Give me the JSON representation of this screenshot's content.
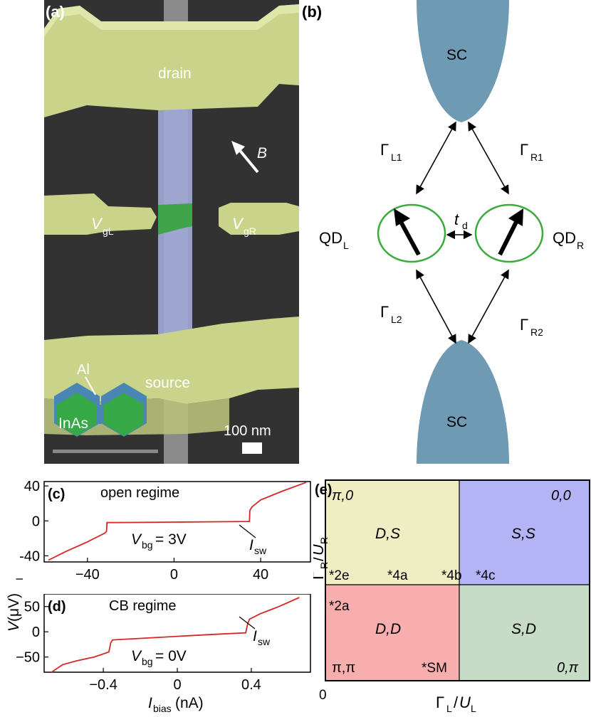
{
  "panel_a": {
    "label": "(a)",
    "drain": "drain",
    "source": "source",
    "vgl_main": "V",
    "vgl_sub": "gL",
    "vgr_main": "V",
    "vgr_sub": "gR",
    "b_field": "B",
    "al_label": "Al",
    "inas_label": "InAs",
    "scale_label": "100 nm",
    "colors": {
      "metal": "#c9d48a",
      "nanowire": "#9fa8d6",
      "gate_island": "#3fa34a",
      "al_shell": "#4a86b4",
      "inas": "#36a845"
    }
  },
  "panel_b": {
    "label": "(b)",
    "sc_top": "SC",
    "sc_bottom": "SC",
    "gamma": "Γ",
    "gl1": "L1",
    "gr1": "R1",
    "gl2": "L2",
    "gr2": "R2",
    "td_main": "t",
    "td_sub": "d",
    "qdl_main": "QD",
    "qdl_sub": "L",
    "qdr_main": "QD",
    "qdr_sub": "R",
    "colors": {
      "sc": "#6e9ab4",
      "dot_ring": "#3aaa3a"
    }
  },
  "panel_c": {
    "label": "(c)",
    "title": "open regime",
    "vbg_main": "V",
    "vbg_sub": "bg",
    "vbg_val": " = 3V",
    "isw_main": "I",
    "isw_sub": "sw",
    "yticks": [
      "40",
      "0",
      "-40"
    ],
    "xticks": [
      "−40",
      "0",
      "40"
    ]
  },
  "panel_d": {
    "label": "(d)",
    "title": "CB regime",
    "vbg_main": "V",
    "vbg_sub": "bg",
    "vbg_val": "= 0V",
    "isw_main": "I",
    "isw_sub": "sw",
    "yticks": [
      "50",
      "0",
      "−50"
    ],
    "xticks": [
      "−0.4",
      "0",
      "0.4"
    ],
    "xlabel_main": "I",
    "xlabel_sub": "bias",
    "xlabel_unit": "(nA)"
  },
  "shared_ylabel": {
    "main": "V",
    "unit": " (μV)",
    "sub": "I"
  },
  "panel_e": {
    "label": "(e)",
    "origin": "0",
    "xlabel": {
      "g": "Γ",
      "gsub": "L",
      "slash": "/",
      "u": "U",
      "usub": "L"
    },
    "ylabel": {
      "g": "Γ",
      "gsub": "R",
      "slash": "/",
      "u": "U",
      "usub": "R"
    },
    "regions": {
      "ds": {
        "name": "D,S",
        "corner": "π,0"
      },
      "ss": {
        "name": "S,S",
        "corner": "0,0"
      },
      "dd": {
        "name": "D,D",
        "corner": "π,π"
      },
      "sd": {
        "name": "S,D",
        "corner": "0,π"
      }
    },
    "markers": [
      "*2e",
      "*4a",
      "*4b",
      "*4c",
      "*2a",
      "*SM"
    ],
    "colors": {
      "ds": "#efedc2",
      "ss": "#b3b3f5",
      "dd": "#f9aeae",
      "sd": "#c7dcc6"
    }
  },
  "chart_data": [
    {
      "type": "line",
      "panel": "c",
      "title": "open regime",
      "xlabel": "I_bias (nA)",
      "ylabel": "V (μV)",
      "xlim": [
        -60,
        63
      ],
      "ylim": [
        -47,
        45
      ],
      "series": [
        {
          "x": [
            -58,
            -50,
            -40,
            -32,
            -31.2,
            -31,
            -20,
            0,
            20,
            34.8,
            35,
            36,
            40,
            50,
            61
          ],
          "y": [
            -45,
            -35,
            -24,
            -14,
            -12,
            -2,
            -1.8,
            -1.4,
            -1.0,
            -0.7,
            12,
            16,
            24,
            34,
            44
          ]
        }
      ]
    },
    {
      "type": "line",
      "panel": "d",
      "title": "CB regime",
      "xlabel": "I_bias (nA)",
      "ylabel": "V (μV)",
      "xlim": [
        -0.72,
        0.72
      ],
      "ylim": [
        -80,
        75
      ],
      "series": [
        {
          "x": [
            -0.68,
            -0.62,
            -0.55,
            -0.45,
            -0.37,
            -0.36,
            -0.35,
            -0.2,
            0,
            0.2,
            0.37,
            0.38,
            0.39,
            0.45,
            0.55,
            0.66
          ],
          "y": [
            -80,
            -65,
            -58,
            -50,
            -40,
            -22,
            -16,
            -13,
            -9,
            -5,
            -2,
            15,
            25,
            36,
            50,
            68
          ]
        }
      ]
    }
  ]
}
